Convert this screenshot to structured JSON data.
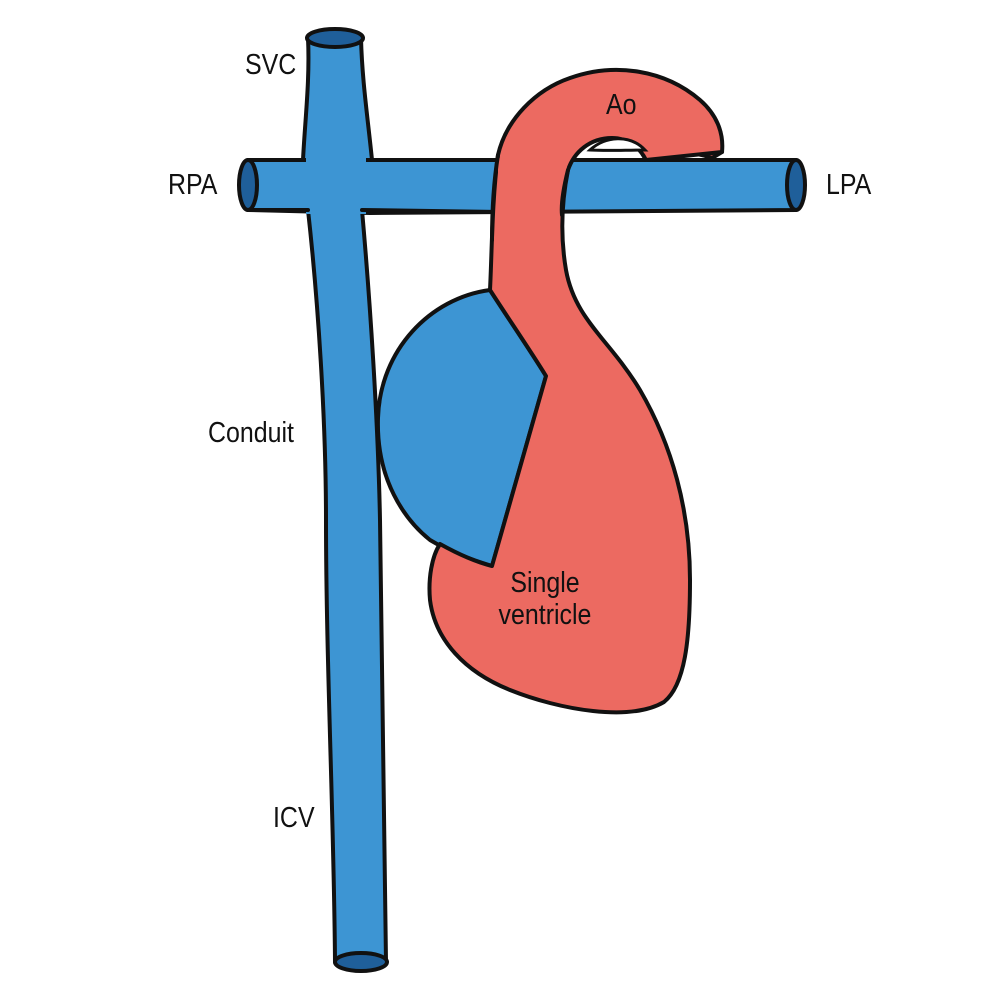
{
  "labels": {
    "svc": "SVC",
    "rpa": "RPA",
    "lpa": "LPA",
    "ao": "Ao",
    "conduit": "Conduit",
    "icv": "ICV",
    "ventricle_line1": "Single",
    "ventricle_line2": "ventricle"
  },
  "colors": {
    "vessel_blue": "#3d95d3",
    "vessel_blue_inner": "#1f5f9a",
    "aorta_red": "#ec6a61",
    "outline": "#111111",
    "label_text": "#111111"
  }
}
